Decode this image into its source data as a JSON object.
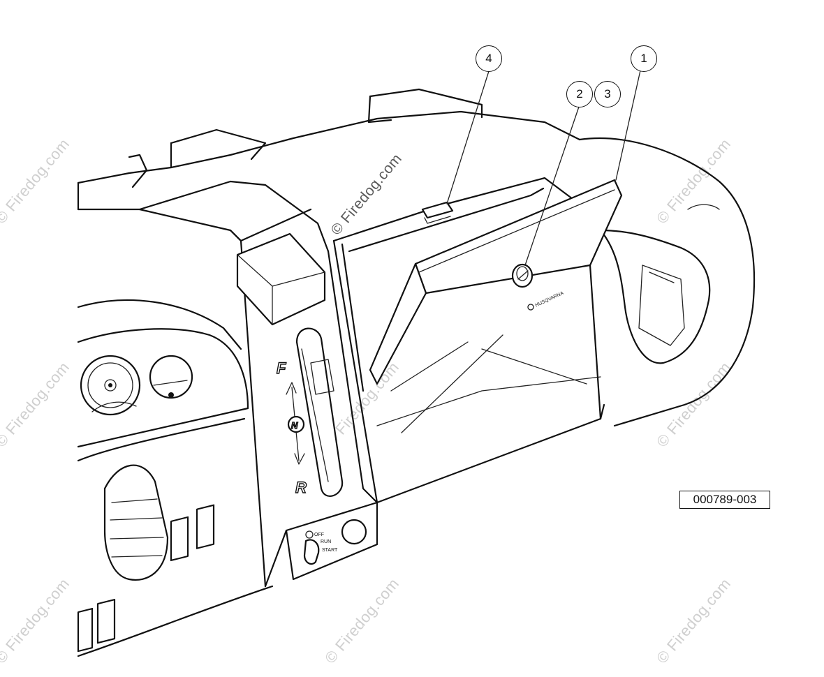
{
  "callouts": {
    "c1": "1",
    "c2": "2",
    "c3": "3",
    "c4": "4"
  },
  "part_number": "000789-003",
  "watermarks": {
    "main": "© Firedog.com",
    "repeat": "© Firedog.com"
  },
  "shifter": {
    "forward": "F",
    "neutral": "N",
    "reverse": "R"
  },
  "ignition": {
    "off": "OFF",
    "run": "RUN",
    "start": "START"
  },
  "brand": "HUSQVARNA"
}
